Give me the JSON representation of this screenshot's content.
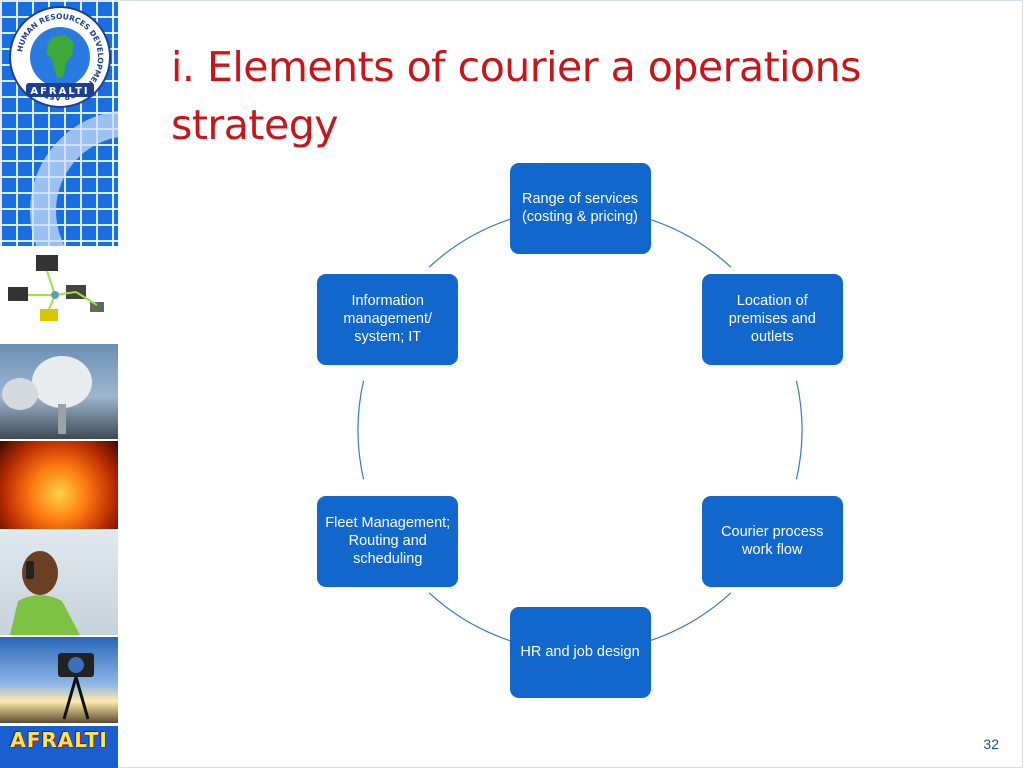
{
  "title": "i. Elements of courier a operations strategy",
  "logo": {
    "ring_text": "HUMAN RESOURCES DEVELOPMENT FOR AFRICA",
    "banner_text": "AFRALTI"
  },
  "brand_label": "AFRALTI",
  "colors": {
    "title": "#c8141b",
    "node": "#1167cc",
    "connector": "#3a78c6"
  },
  "diagram": {
    "type": "cycle",
    "nodes": [
      {
        "label": "Range of services\n(costing & pricing)"
      },
      {
        "label": "Location of\npremises and\noutlets"
      },
      {
        "label": "Courier process\nwork flow"
      },
      {
        "label": "HR and job design"
      },
      {
        "label": "Fleet  Management;\nRouting and\nscheduling"
      },
      {
        "label": "Information\nmanagement/\nsystem; IT"
      }
    ]
  },
  "page_number": "32"
}
